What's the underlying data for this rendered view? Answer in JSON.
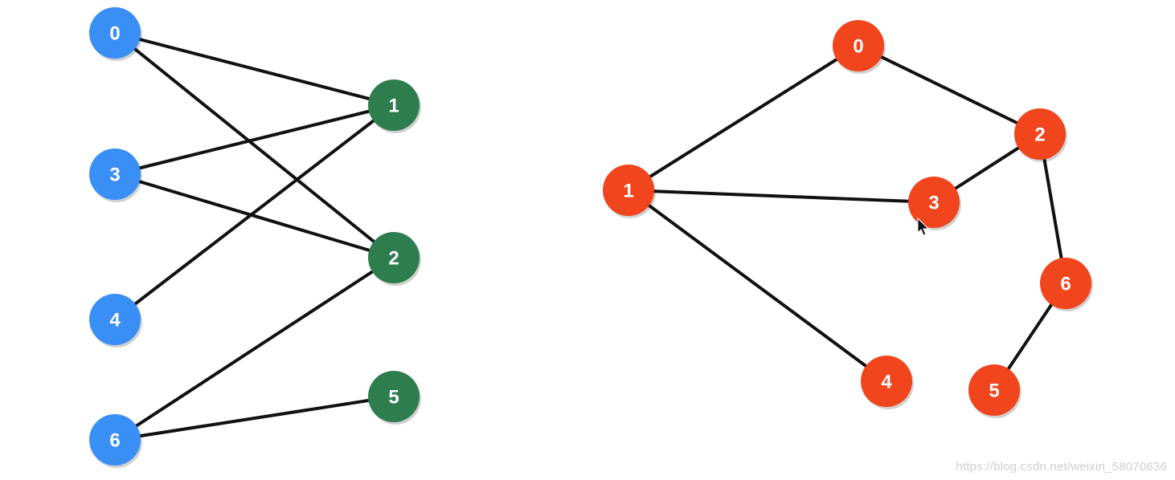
{
  "colors": {
    "left_graph_left_nodes": "#3a8ff5",
    "left_graph_right_nodes": "#2e7d4f",
    "right_graph_nodes": "#f0451d",
    "edges": "#111111",
    "label_text": "#ffffff",
    "background": "#ffffff"
  },
  "graphs": [
    {
      "name": "",
      "nodes": [
        {
          "id": "L0",
          "label": "0",
          "group": "left"
        },
        {
          "id": "L3",
          "label": "3",
          "group": "left"
        },
        {
          "id": "L4",
          "label": "4",
          "group": "left"
        },
        {
          "id": "L6",
          "label": "6",
          "group": "left"
        },
        {
          "id": "R1",
          "label": "1",
          "group": "right"
        },
        {
          "id": "R2",
          "label": "2",
          "group": "right"
        },
        {
          "id": "R5",
          "label": "5",
          "group": "right"
        }
      ],
      "edges": [
        {
          "from": "L0",
          "to": "R1"
        },
        {
          "from": "L0",
          "to": "R2"
        },
        {
          "from": "L3",
          "to": "R1"
        },
        {
          "from": "L3",
          "to": "R2"
        },
        {
          "from": "L4",
          "to": "R1"
        },
        {
          "from": "L6",
          "to": "R2"
        },
        {
          "from": "L6",
          "to": "R5"
        }
      ]
    },
    {
      "name": "",
      "nodes": [
        {
          "id": "N0",
          "label": "0"
        },
        {
          "id": "N1",
          "label": "1"
        },
        {
          "id": "N2",
          "label": "2"
        },
        {
          "id": "N3",
          "label": "3"
        },
        {
          "id": "N4",
          "label": "4"
        },
        {
          "id": "N5",
          "label": "5"
        },
        {
          "id": "N6",
          "label": "6"
        }
      ],
      "edges": [
        {
          "from": "N1",
          "to": "N0"
        },
        {
          "from": "N0",
          "to": "N2"
        },
        {
          "from": "N1",
          "to": "N3"
        },
        {
          "from": "N3",
          "to": "N2"
        },
        {
          "from": "N2",
          "to": "N6"
        },
        {
          "from": "N6",
          "to": "N5"
        },
        {
          "from": "N1",
          "to": "N4"
        }
      ]
    }
  ],
  "watermark": "https://blog.csdn.net/weixin_58070636"
}
